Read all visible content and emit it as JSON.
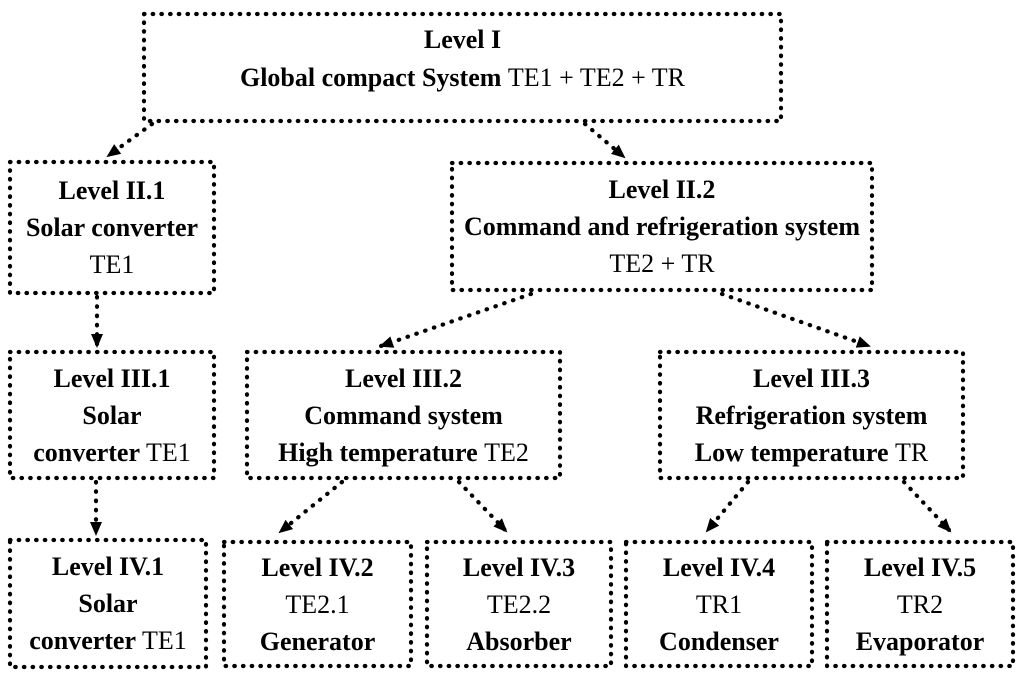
{
  "diagram": {
    "colors": {
      "ink": "#000000",
      "background": "#ffffff"
    },
    "boxes": [
      {
        "id": "level-1",
        "lines": [
          {
            "segments": [
              {
                "t": "Level I",
                "b": true
              }
            ]
          },
          {
            "segments": [
              {
                "t": "Global compact System ",
                "b": true
              },
              {
                "t": "TE1 + TE2 + TR",
                "b": false
              }
            ]
          }
        ]
      },
      {
        "id": "level-2-1",
        "lines": [
          {
            "segments": [
              {
                "t": "Level II.1",
                "b": true
              }
            ]
          },
          {
            "segments": [
              {
                "t": "Solar converter",
                "b": true
              }
            ]
          },
          {
            "segments": [
              {
                "t": "TE1",
                "b": false
              }
            ]
          }
        ]
      },
      {
        "id": "level-2-2",
        "lines": [
          {
            "segments": [
              {
                "t": "Level II.2",
                "b": true
              }
            ]
          },
          {
            "segments": [
              {
                "t": "Command and refrigeration system",
                "b": true
              }
            ]
          },
          {
            "segments": [
              {
                "t": "TE2 + TR",
                "b": false
              }
            ]
          }
        ]
      },
      {
        "id": "level-3-1",
        "lines": [
          {
            "segments": [
              {
                "t": "Level III.1",
                "b": true
              }
            ]
          },
          {
            "segments": [
              {
                "t": "Solar",
                "b": true
              }
            ]
          },
          {
            "segments": [
              {
                "t": "converter ",
                "b": true
              },
              {
                "t": "TE1",
                "b": false
              }
            ]
          }
        ]
      },
      {
        "id": "level-3-2",
        "lines": [
          {
            "segments": [
              {
                "t": "Level III.2",
                "b": true
              }
            ]
          },
          {
            "segments": [
              {
                "t": "Command system",
                "b": true
              }
            ]
          },
          {
            "segments": [
              {
                "t": "High temperature ",
                "b": true
              },
              {
                "t": "TE2",
                "b": false
              }
            ]
          }
        ]
      },
      {
        "id": "level-3-3",
        "lines": [
          {
            "segments": [
              {
                "t": "Level III.3",
                "b": true
              }
            ]
          },
          {
            "segments": [
              {
                "t": "Refrigeration system",
                "b": true
              }
            ]
          },
          {
            "segments": [
              {
                "t": "Low temperature ",
                "b": true
              },
              {
                "t": "TR",
                "b": false
              }
            ]
          }
        ]
      },
      {
        "id": "level-4-1",
        "lines": [
          {
            "segments": [
              {
                "t": "Level IV.1",
                "b": true
              }
            ]
          },
          {
            "segments": [
              {
                "t": "Solar",
                "b": true
              }
            ]
          },
          {
            "segments": [
              {
                "t": "converter ",
                "b": true
              },
              {
                "t": "TE1",
                "b": false
              }
            ]
          }
        ]
      },
      {
        "id": "level-4-2",
        "lines": [
          {
            "segments": [
              {
                "t": "Level IV.2",
                "b": true
              }
            ]
          },
          {
            "segments": [
              {
                "t": "TE2.1",
                "b": false
              }
            ]
          },
          {
            "segments": [
              {
                "t": "Generator",
                "b": true
              }
            ]
          }
        ]
      },
      {
        "id": "level-4-3",
        "lines": [
          {
            "segments": [
              {
                "t": "Level IV.3",
                "b": true
              }
            ]
          },
          {
            "segments": [
              {
                "t": "TE2.2",
                "b": false
              }
            ]
          },
          {
            "segments": [
              {
                "t": "Absorber",
                "b": true
              }
            ]
          }
        ]
      },
      {
        "id": "level-4-4",
        "lines": [
          {
            "segments": [
              {
                "t": "Level IV.4",
                "b": true
              }
            ]
          },
          {
            "segments": [
              {
                "t": "TR1",
                "b": false
              }
            ]
          },
          {
            "segments": [
              {
                "t": "Condenser",
                "b": true
              }
            ]
          }
        ]
      },
      {
        "id": "level-4-5",
        "lines": [
          {
            "segments": [
              {
                "t": "Level IV.5",
                "b": true
              }
            ]
          },
          {
            "segments": [
              {
                "t": "TR2",
                "b": false
              }
            ]
          },
          {
            "segments": [
              {
                "t": "Evaporator",
                "b": true
              }
            ]
          }
        ]
      }
    ],
    "edges": [
      {
        "from": "level-1",
        "to": "level-2-1"
      },
      {
        "from": "level-1",
        "to": "level-2-2"
      },
      {
        "from": "level-2-1",
        "to": "level-3-1"
      },
      {
        "from": "level-2-2",
        "to": "level-3-2"
      },
      {
        "from": "level-2-2",
        "to": "level-3-3"
      },
      {
        "from": "level-3-1",
        "to": "level-4-1"
      },
      {
        "from": "level-3-2",
        "to": "level-4-2"
      },
      {
        "from": "level-3-2",
        "to": "level-4-3"
      },
      {
        "from": "level-3-3",
        "to": "level-4-4"
      },
      {
        "from": "level-3-3",
        "to": "level-4-5"
      }
    ]
  }
}
